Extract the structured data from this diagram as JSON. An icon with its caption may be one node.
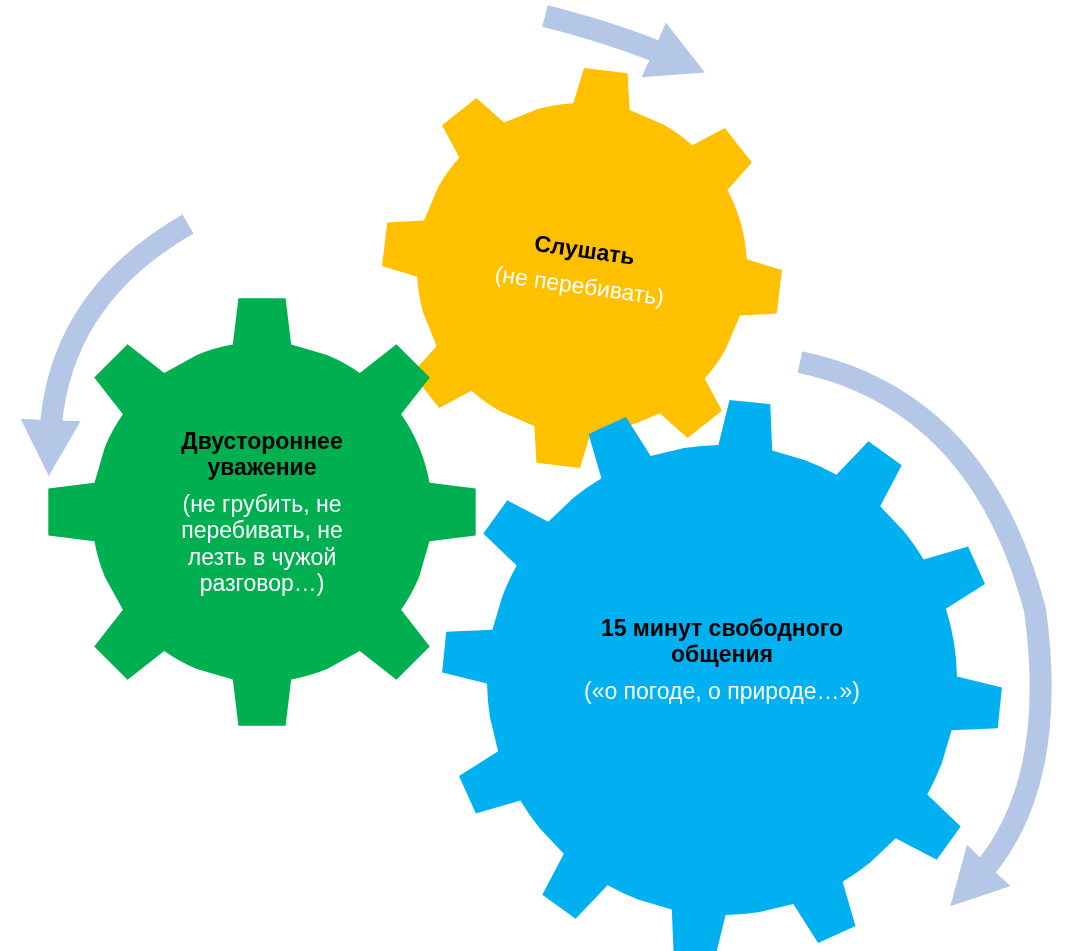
{
  "diagram": {
    "nodes": [
      {
        "text": [
          "Слушать",
          "(не перебивать)"
        ]
      },
      {
        "text": [
          "Двустороннее уважение",
          "(не грубить, не перебивать, не лезть в чужой разговор…)"
        ]
      },
      {
        "text": [
          "15 минут свободного общения",
          "(«о погоде, о природе…»)"
        ]
      }
    ]
  }
}
